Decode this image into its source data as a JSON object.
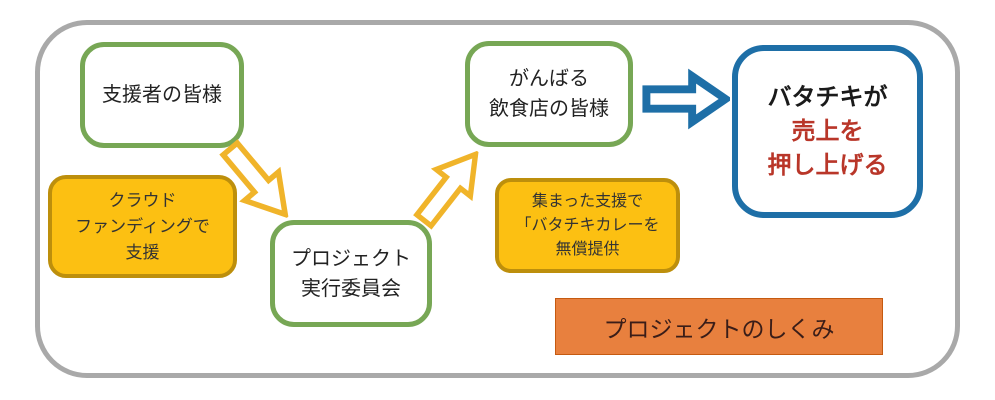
{
  "diagram": {
    "boxes": {
      "supporters": {
        "label": "支援者の皆様"
      },
      "crowdfunding": {
        "lines": [
          "クラウド",
          "ファンディングで",
          "支援"
        ]
      },
      "committee": {
        "lines": [
          "プロジェクト",
          "実行委員会"
        ]
      },
      "restaurants": {
        "lines": [
          "がんばる",
          "飲食店の皆様"
        ]
      },
      "curry_support": {
        "lines": [
          "集まった支援で",
          "「バタチキカレーを",
          "無償提供"
        ]
      },
      "result": {
        "black_line": "バタチキが",
        "red_line1": "売上を",
        "red_line2": "押し上げる"
      }
    },
    "title": "プロジェクトのしくみ",
    "colors": {
      "frame_gray": "#a9a9a9",
      "green_border": "#77a755",
      "gold_fill": "#fcc012",
      "gold_border": "#bd8f0c",
      "gold_arrow": "#f0b42a",
      "blue": "#1e6fa7",
      "red_text": "#b93629",
      "orange_title_fill": "#e8803e",
      "orange_title_border": "#c55a11"
    }
  }
}
